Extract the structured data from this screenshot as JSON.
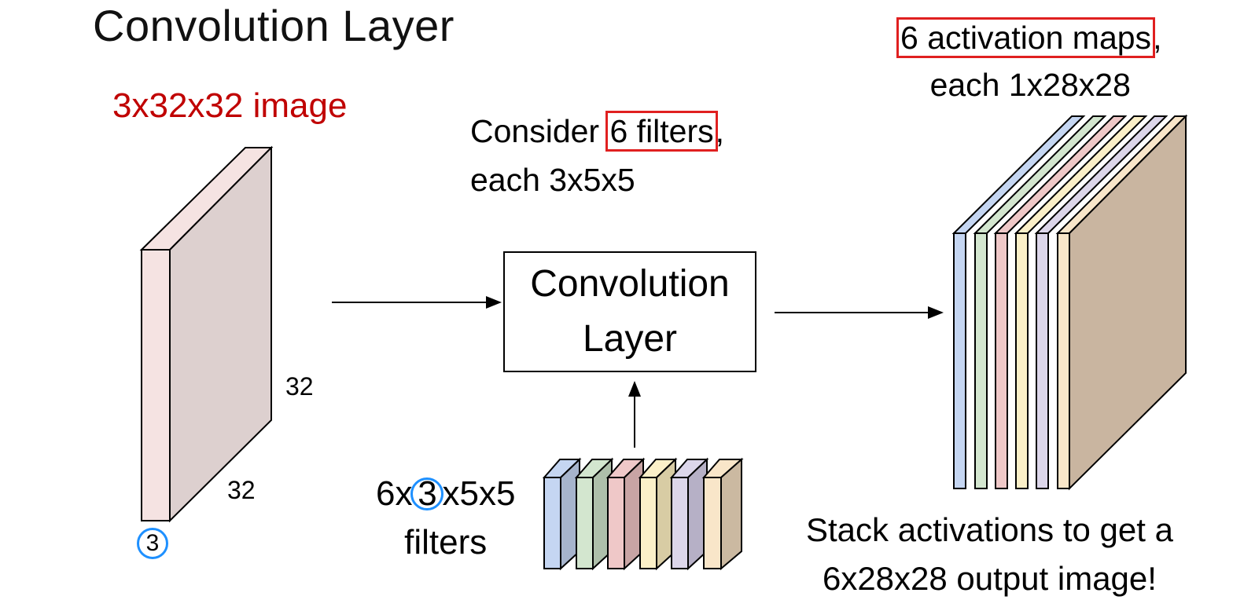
{
  "title": "Convolution Layer",
  "input": {
    "label": "3x32x32 image",
    "height_label": "32",
    "width_label": "32",
    "depth_label": "3"
  },
  "filters_text": {
    "prefix": "Consider ",
    "highlight": "6 filters",
    "suffix": ",",
    "line2": "each 3x5x5"
  },
  "conv_box": {
    "line1": "Convolution",
    "line2": "Layer"
  },
  "filters_label": {
    "pre": "6x",
    "circled": "3",
    "post": "x5x5",
    "line2": "filters"
  },
  "activation_text": {
    "highlight": "6 activation maps",
    "suffix": ",",
    "line2": "each 1x28x28"
  },
  "output_text": {
    "line1": "Stack activations to get a",
    "line2": "6x28x28 output image!"
  },
  "colors": {
    "accent_red": "#c00000",
    "highlight_box": "#e02020",
    "circle_blue": "#1e90ff",
    "input_front": "#f5e3e2",
    "input_side": "#ddd0cf",
    "filter_palette": [
      "#c5d6f2",
      "#d3e6cf",
      "#efc8c8",
      "#fbf0c8",
      "#dcd6ea",
      "#f9e6c9"
    ]
  }
}
